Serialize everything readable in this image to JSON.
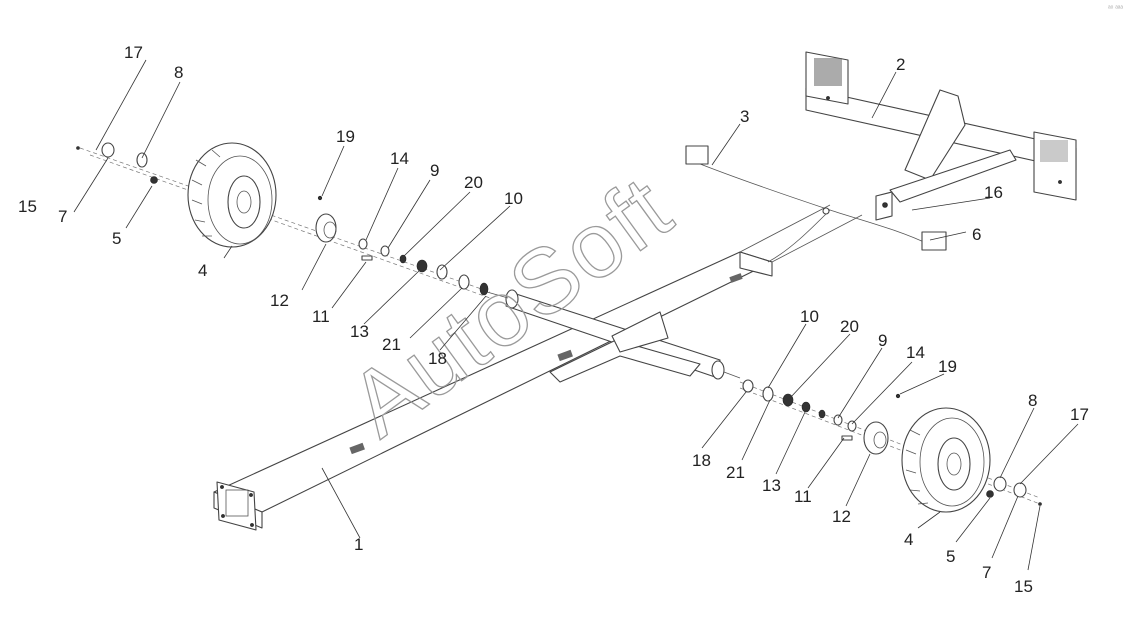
{
  "diagram": {
    "watermark": "AutoSoft",
    "corner_mark": "ᵃᵒ ᵃᵃᵃ",
    "callouts": [
      {
        "id": "c-1",
        "text": "1"
      },
      {
        "id": "c-2",
        "text": "2"
      },
      {
        "id": "c-3",
        "text": "3"
      },
      {
        "id": "c-4l",
        "text": "4"
      },
      {
        "id": "c-4r",
        "text": "4"
      },
      {
        "id": "c-5l",
        "text": "5"
      },
      {
        "id": "c-5r",
        "text": "5"
      },
      {
        "id": "c-6",
        "text": "6"
      },
      {
        "id": "c-7l",
        "text": "7"
      },
      {
        "id": "c-7r",
        "text": "7"
      },
      {
        "id": "c-8l",
        "text": "8"
      },
      {
        "id": "c-8r",
        "text": "8"
      },
      {
        "id": "c-9l",
        "text": "9"
      },
      {
        "id": "c-9r",
        "text": "9"
      },
      {
        "id": "c-10l",
        "text": "10"
      },
      {
        "id": "c-10r",
        "text": "10"
      },
      {
        "id": "c-11l",
        "text": "11"
      },
      {
        "id": "c-11r",
        "text": "11"
      },
      {
        "id": "c-12l",
        "text": "12"
      },
      {
        "id": "c-12r",
        "text": "12"
      },
      {
        "id": "c-13l",
        "text": "13"
      },
      {
        "id": "c-13r",
        "text": "13"
      },
      {
        "id": "c-14l",
        "text": "14"
      },
      {
        "id": "c-14r",
        "text": "14"
      },
      {
        "id": "c-15l",
        "text": "15"
      },
      {
        "id": "c-15r",
        "text": "15"
      },
      {
        "id": "c-16",
        "text": "16"
      },
      {
        "id": "c-17l",
        "text": "17"
      },
      {
        "id": "c-17r",
        "text": "17"
      },
      {
        "id": "c-18l",
        "text": "18"
      },
      {
        "id": "c-18r",
        "text": "18"
      },
      {
        "id": "c-19l",
        "text": "19"
      },
      {
        "id": "c-19r",
        "text": "19"
      },
      {
        "id": "c-20l",
        "text": "20"
      },
      {
        "id": "c-20r",
        "text": "20"
      },
      {
        "id": "c-21l",
        "text": "21"
      },
      {
        "id": "c-21r",
        "text": "21"
      }
    ]
  }
}
